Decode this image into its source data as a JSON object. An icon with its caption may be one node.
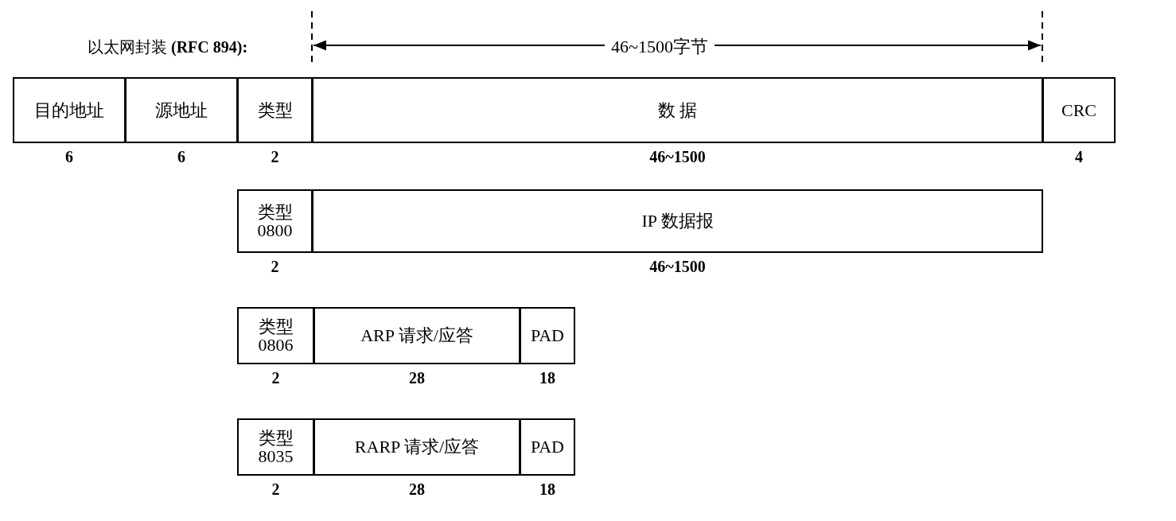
{
  "diagram": {
    "nodes": [
      {
        "text": [
          "目的地址"
        ],
        "beside": [
          "6"
        ]
      },
      {
        "text": [
          "源地址"
        ],
        "beside": [
          "6"
        ]
      },
      {
        "text": [
          "类型"
        ],
        "beside": [
          "2"
        ]
      },
      {
        "text": [
          "数 据"
        ],
        "beside": [
          "46~1500"
        ]
      },
      {
        "text": [
          "CRC"
        ],
        "beside": [
          "4"
        ]
      },
      {
        "text": [
          "类型",
          "0800"
        ],
        "beside": [
          "2"
        ]
      },
      {
        "text": [
          "IP 数据报"
        ],
        "beside": [
          "46~1500"
        ]
      },
      {
        "text": [
          "类型",
          "0806"
        ],
        "beside": [
          "2"
        ]
      },
      {
        "text": [
          "ARP 请求/应答"
        ],
        "beside": [
          "28"
        ]
      },
      {
        "text": [
          "PAD"
        ],
        "beside": [
          "18"
        ]
      },
      {
        "text": [
          "类型",
          "8035"
        ],
        "beside": [
          "2"
        ]
      },
      {
        "text": [
          "RARP 请求/应答"
        ],
        "beside": [
          "28"
        ]
      },
      {
        "text": [
          "PAD"
        ],
        "beside": [
          "18"
        ]
      }
    ],
    "labels": [
      "以太网封装 **(RFC 894):**",
      "46~1500字节"
    ]
  }
}
